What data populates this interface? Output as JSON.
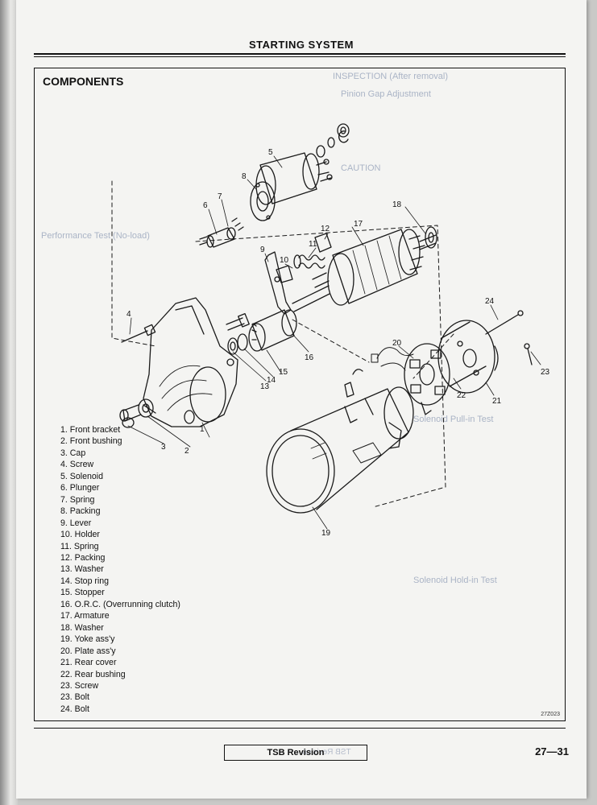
{
  "header": {
    "title": "STARTING SYSTEM"
  },
  "section": {
    "heading": "COMPONENTS"
  },
  "legend": [
    "1. Front bracket",
    "2. Front bushing",
    "3. Cap",
    "4. Screw",
    "5. Solenoid",
    "6. Plunger",
    "7. Spring",
    "8. Packing",
    "9. Lever",
    "10. Holder",
    "11. Spring",
    "12. Packing",
    "13. Washer",
    "14. Stop ring",
    "15. Stopper",
    "16. O.R.C. (Overrunning clutch)",
    "17. Armature",
    "18. Washer",
    "19. Yoke ass'y",
    "20. Plate ass'y",
    "21. Rear cover",
    "22. Rear bushing",
    "23. Screw",
    "23. Bolt",
    "24. Bolt"
  ],
  "callouts": [
    "1",
    "2",
    "3",
    "4",
    "5",
    "6",
    "7",
    "8",
    "9",
    "10",
    "11",
    "12",
    "13",
    "14",
    "15",
    "16",
    "17",
    "18",
    "19",
    "20",
    "21",
    "22",
    "23",
    "24"
  ],
  "figure_code": "27Z023",
  "footer": {
    "label": "TSB Revision",
    "page_number": "27—31"
  },
  "bleed_through": {
    "inspection": "INSPECTION (After removal)",
    "pinion_gap": "Pinion Gap Adjustment",
    "performance": "Performance Test (No-load)",
    "solenoid_pull": "Solenoid Pull-in Test",
    "solenoid_hold": "Solenoid Hold-in Test",
    "caution": "CAUTION"
  }
}
